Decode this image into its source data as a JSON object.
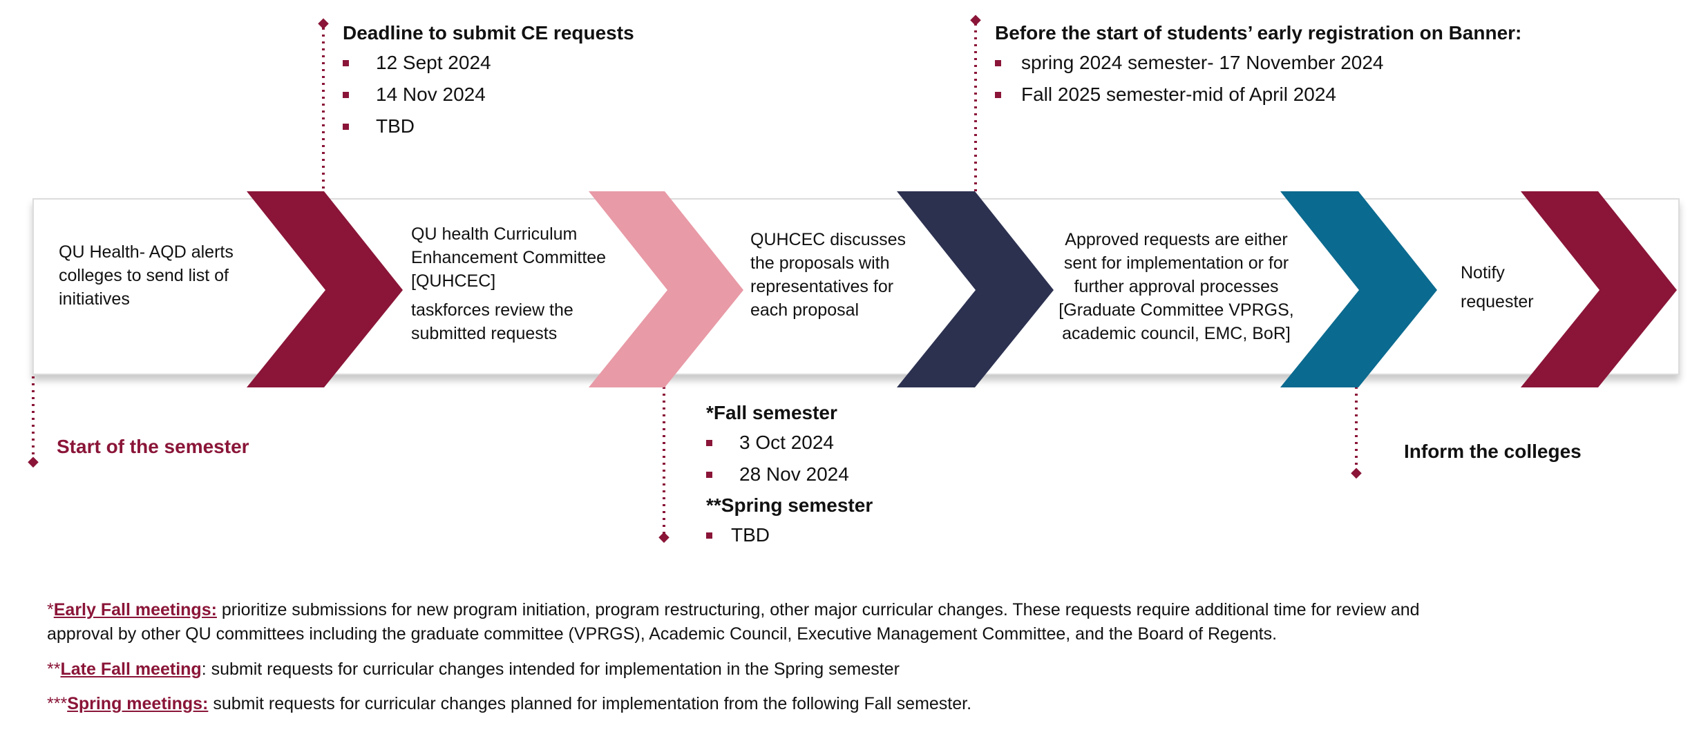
{
  "colors": {
    "maroon": "#8a1538",
    "pink": "#e89aa6",
    "navy": "#2c3150",
    "teal": "#0b6a8f",
    "dotted_line": "#8a1538"
  },
  "steps": [
    {
      "lines": [
        "QU Health- AQD alerts",
        "colleges to send list of",
        "initiatives"
      ]
    },
    {
      "lines": [
        "QU health Curriculum",
        "Enhancement Committee",
        "[QUHCEC]",
        "taskforces review the",
        "submitted requests"
      ]
    },
    {
      "lines": [
        "QUHCEC discusses",
        "the proposals with",
        "representatives for",
        "each proposal"
      ]
    },
    {
      "lines": [
        "Approved requests are either",
        "sent for implementation or for",
        "further approval processes",
        "[Graduate Committee VPRGS,",
        "academic council, EMC, BoR]"
      ]
    },
    {
      "lines": [
        "Notify",
        "requester"
      ]
    }
  ],
  "milestones": {
    "start": {
      "label": "Start of the semester"
    },
    "deadline": {
      "heading": "Deadline to submit CE requests",
      "items": [
        "12 Sept 2024",
        "14 Nov 2024",
        "TBD"
      ]
    },
    "meetings": {
      "fall_heading": "*Fall semester",
      "fall_items": [
        "3 Oct 2024",
        "28 Nov 2024"
      ],
      "spring_heading": "**Spring semester",
      "spring_items": [
        "TBD"
      ]
    },
    "registration": {
      "heading": "Before the start of students’ early registration on Banner:",
      "items": [
        "spring 2024 semester- 17 November 2024",
        "Fall 2025 semester-mid of April 2024"
      ]
    },
    "inform": {
      "label": "Inform the colleges"
    }
  },
  "notes": [
    {
      "stars": "*",
      "label": "Early Fall meetings:",
      "text": " prioritize submissions for new program initiation, program restructuring, other major curricular changes. These requests require additional time for review and",
      "text2": "approval by other QU committees including the graduate committee (VPRGS), Academic Council, Executive Management Committee, and the Board of Regents."
    },
    {
      "stars": "**",
      "label": "Late Fall meeting",
      "text": ": submit requests for curricular changes intended for implementation in the Spring semester"
    },
    {
      "stars": "***",
      "label": "Spring meetings:",
      "text": " submit requests for curricular changes planned for implementation from the following Fall semester."
    }
  ]
}
